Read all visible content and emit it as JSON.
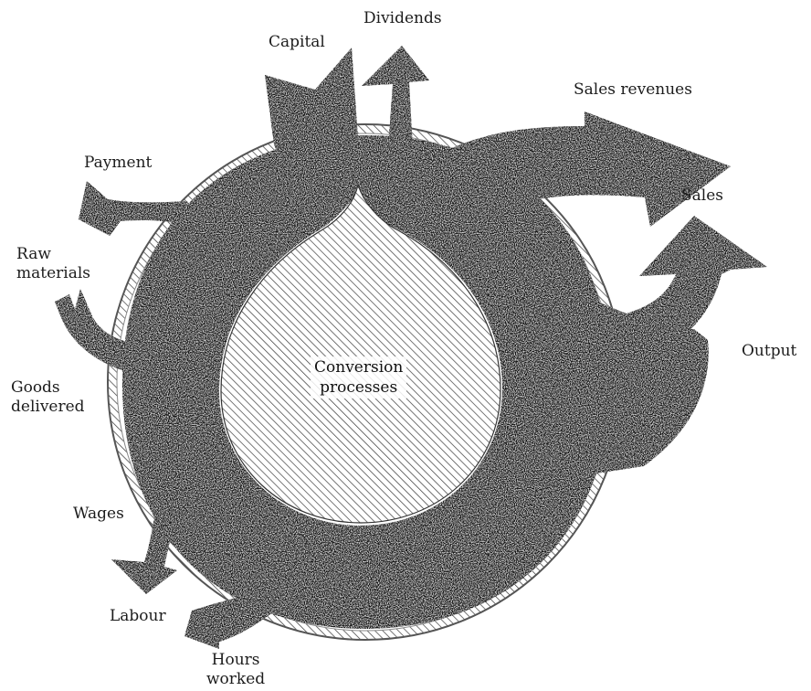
{
  "center": {
    "line1": "Conversion",
    "line2": "processes"
  },
  "labels": {
    "capital": "Capital",
    "dividends": "Dividends",
    "sales_revenues": "Sales revenues",
    "payment": "Payment",
    "sales": "Sales",
    "raw_materials_line1": "Raw",
    "raw_materials_line2": "materials",
    "output": "Output",
    "goods_delivered_line1": "Goods",
    "goods_delivered_line2": "delivered",
    "wages": "Wages",
    "labour": "Labour",
    "hours_worked_line1": "Hours",
    "hours_worked_line2": "worked"
  },
  "colors": {
    "flow": "#161616",
    "hatch": "#3a3a3a",
    "ring": "#555555"
  }
}
